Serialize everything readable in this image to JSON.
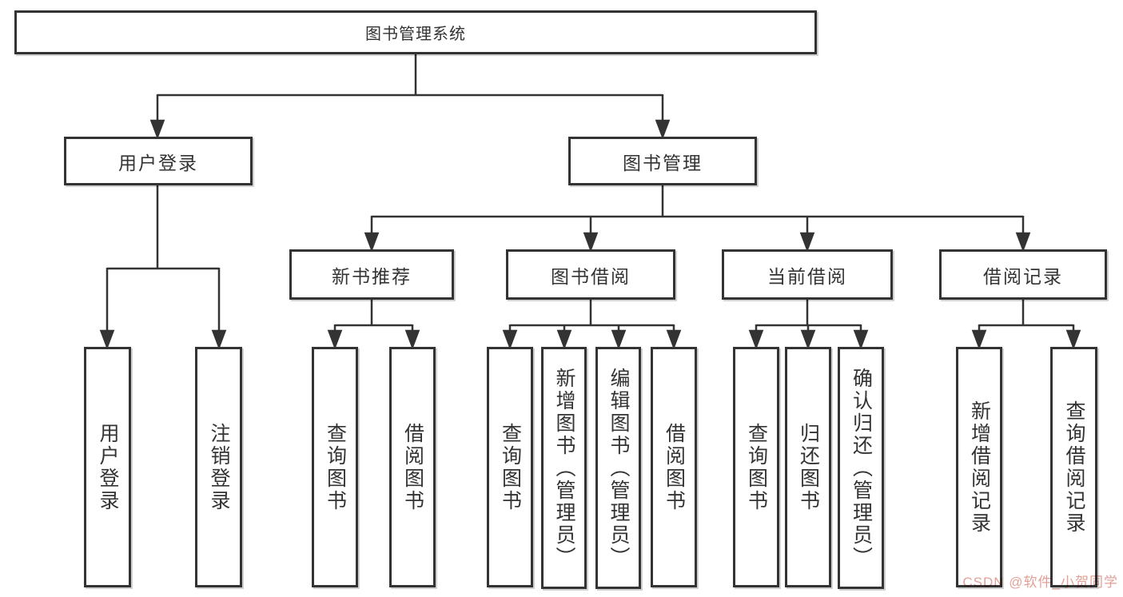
{
  "colors": {
    "line": "#333333",
    "box_border": "#333333",
    "box_background": "#ffffff",
    "text": "#333333",
    "watermark": "#e08f84"
  },
  "watermark": {
    "text": "CSDN @软件_小贺同学"
  },
  "tree": {
    "root": {
      "label": "图书管理系统"
    },
    "branches": [
      {
        "label": "用户登录",
        "children": [
          {
            "label": "用户登录"
          },
          {
            "label": "注销登录"
          }
        ]
      },
      {
        "label": "图书管理",
        "groups": [
          {
            "label": "新书推荐",
            "children": [
              {
                "label": "查询图书"
              },
              {
                "label": "借阅图书"
              }
            ]
          },
          {
            "label": "图书借阅",
            "children": [
              {
                "label": "查询图书"
              },
              {
                "label": "新增图书（管理员）"
              },
              {
                "label": "编辑图书（管理员）"
              },
              {
                "label": "借阅图书"
              }
            ]
          },
          {
            "label": "当前借阅",
            "children": [
              {
                "label": "查询图书"
              },
              {
                "label": "归还图书"
              },
              {
                "label": "确认归还（管理员）"
              }
            ]
          },
          {
            "label": "借阅记录",
            "children": [
              {
                "label": "新增借阅记录"
              },
              {
                "label": "查询借阅记录"
              }
            ]
          }
        ]
      }
    ]
  }
}
